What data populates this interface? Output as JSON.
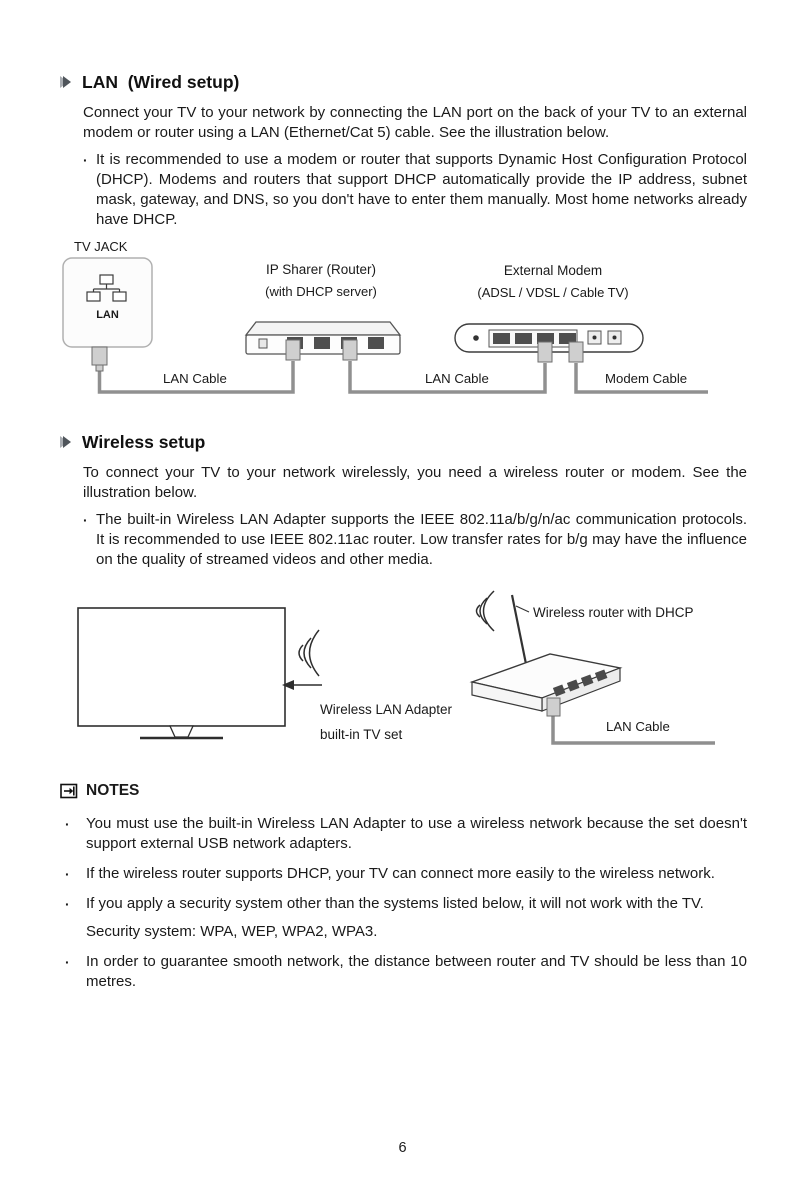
{
  "lan_section": {
    "title": "LAN  (Wired setup)",
    "intro": "Connect your TV to your network by connecting the LAN port on the back of your TV to an external modem or router using a LAN (Ethernet/Cat 5) cable. See the illustration below.",
    "bullet_marker": "·",
    "bullet": "It is recommended to use a modem or router that supports Dynamic Host Configuration Protocol (DHCP). Modems and routers that support DHCP automatically provide the IP address, subnet mask, gateway, and DNS, so you don't have to enter them manually. Most home networks already have DHCP."
  },
  "wired_diagram": {
    "tv_jack_label": "TV JACK",
    "lan_port_label": "LAN",
    "router_label": "IP Sharer (Router)",
    "router_sublabel": "(with DHCP server)",
    "modem_label": "External Modem",
    "modem_sublabel": "(ADSL / VDSL / Cable TV)",
    "tv_to_router_cable_label": "LAN Cable",
    "router_to_modem_cable_label": "LAN Cable",
    "modem_cable_label": "Modem Cable"
  },
  "wireless_section": {
    "title": "Wireless setup",
    "intro": "To connect your TV to your network wirelessly, you need a wireless router or modem. See the illustration below.",
    "bullet_marker": "·",
    "bullet": "The built-in Wireless LAN Adapter supports the IEEE 802.11a/b/g/n/ac communication protocols. It is recommended to use IEEE 802.11ac router. Low transfer rates for b/g may have the influence on the quality of streamed videos and other media."
  },
  "wireless_diagram": {
    "router_label": "Wireless router with DHCP",
    "adapter_label": "Wireless LAN Adapter",
    "adapter_sublabel": "built-in TV set",
    "cable_label": "LAN Cable"
  },
  "notes": {
    "title": "NOTES",
    "bullet_marker": "·",
    "items": [
      "You must use the built-in Wireless LAN Adapter to use a wireless network because the set doesn't support external USB network adapters.",
      "If the wireless router supports DHCP, your TV can connect more easily to the wireless network.",
      "If you apply a security system other than the systems listed below, it will not work with the TV.",
      "In order to guarantee smooth network, the distance between router and TV should be less than 10 metres."
    ],
    "security_line": "Security system: WPA, WEP, WPA2, WPA3."
  },
  "page_number": "6"
}
